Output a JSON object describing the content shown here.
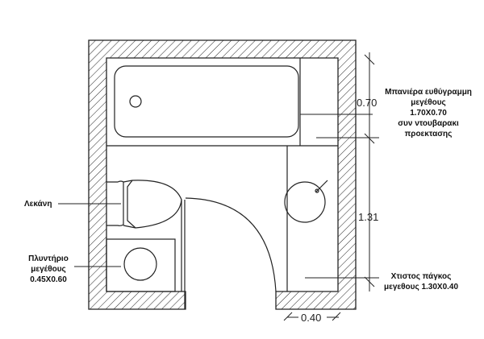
{
  "labels": {
    "bathtub": [
      "Μπανιέρα ευθύγραμμη",
      "μεγέθους",
      "1.70X0.70",
      "συν ντουβαρακι",
      "προεκτασης"
    ],
    "toilet": "Λεκάνη",
    "washer": [
      "Πλυντήριο",
      "μεγέθους",
      "0.45X0.60"
    ],
    "counter": [
      "Χτιστος πάγκος",
      "μεγεθους 1.30X0.40"
    ]
  },
  "dimensions": {
    "tub_depth": "0.70",
    "counter_length": "1.31",
    "counter_width": "0.40"
  }
}
